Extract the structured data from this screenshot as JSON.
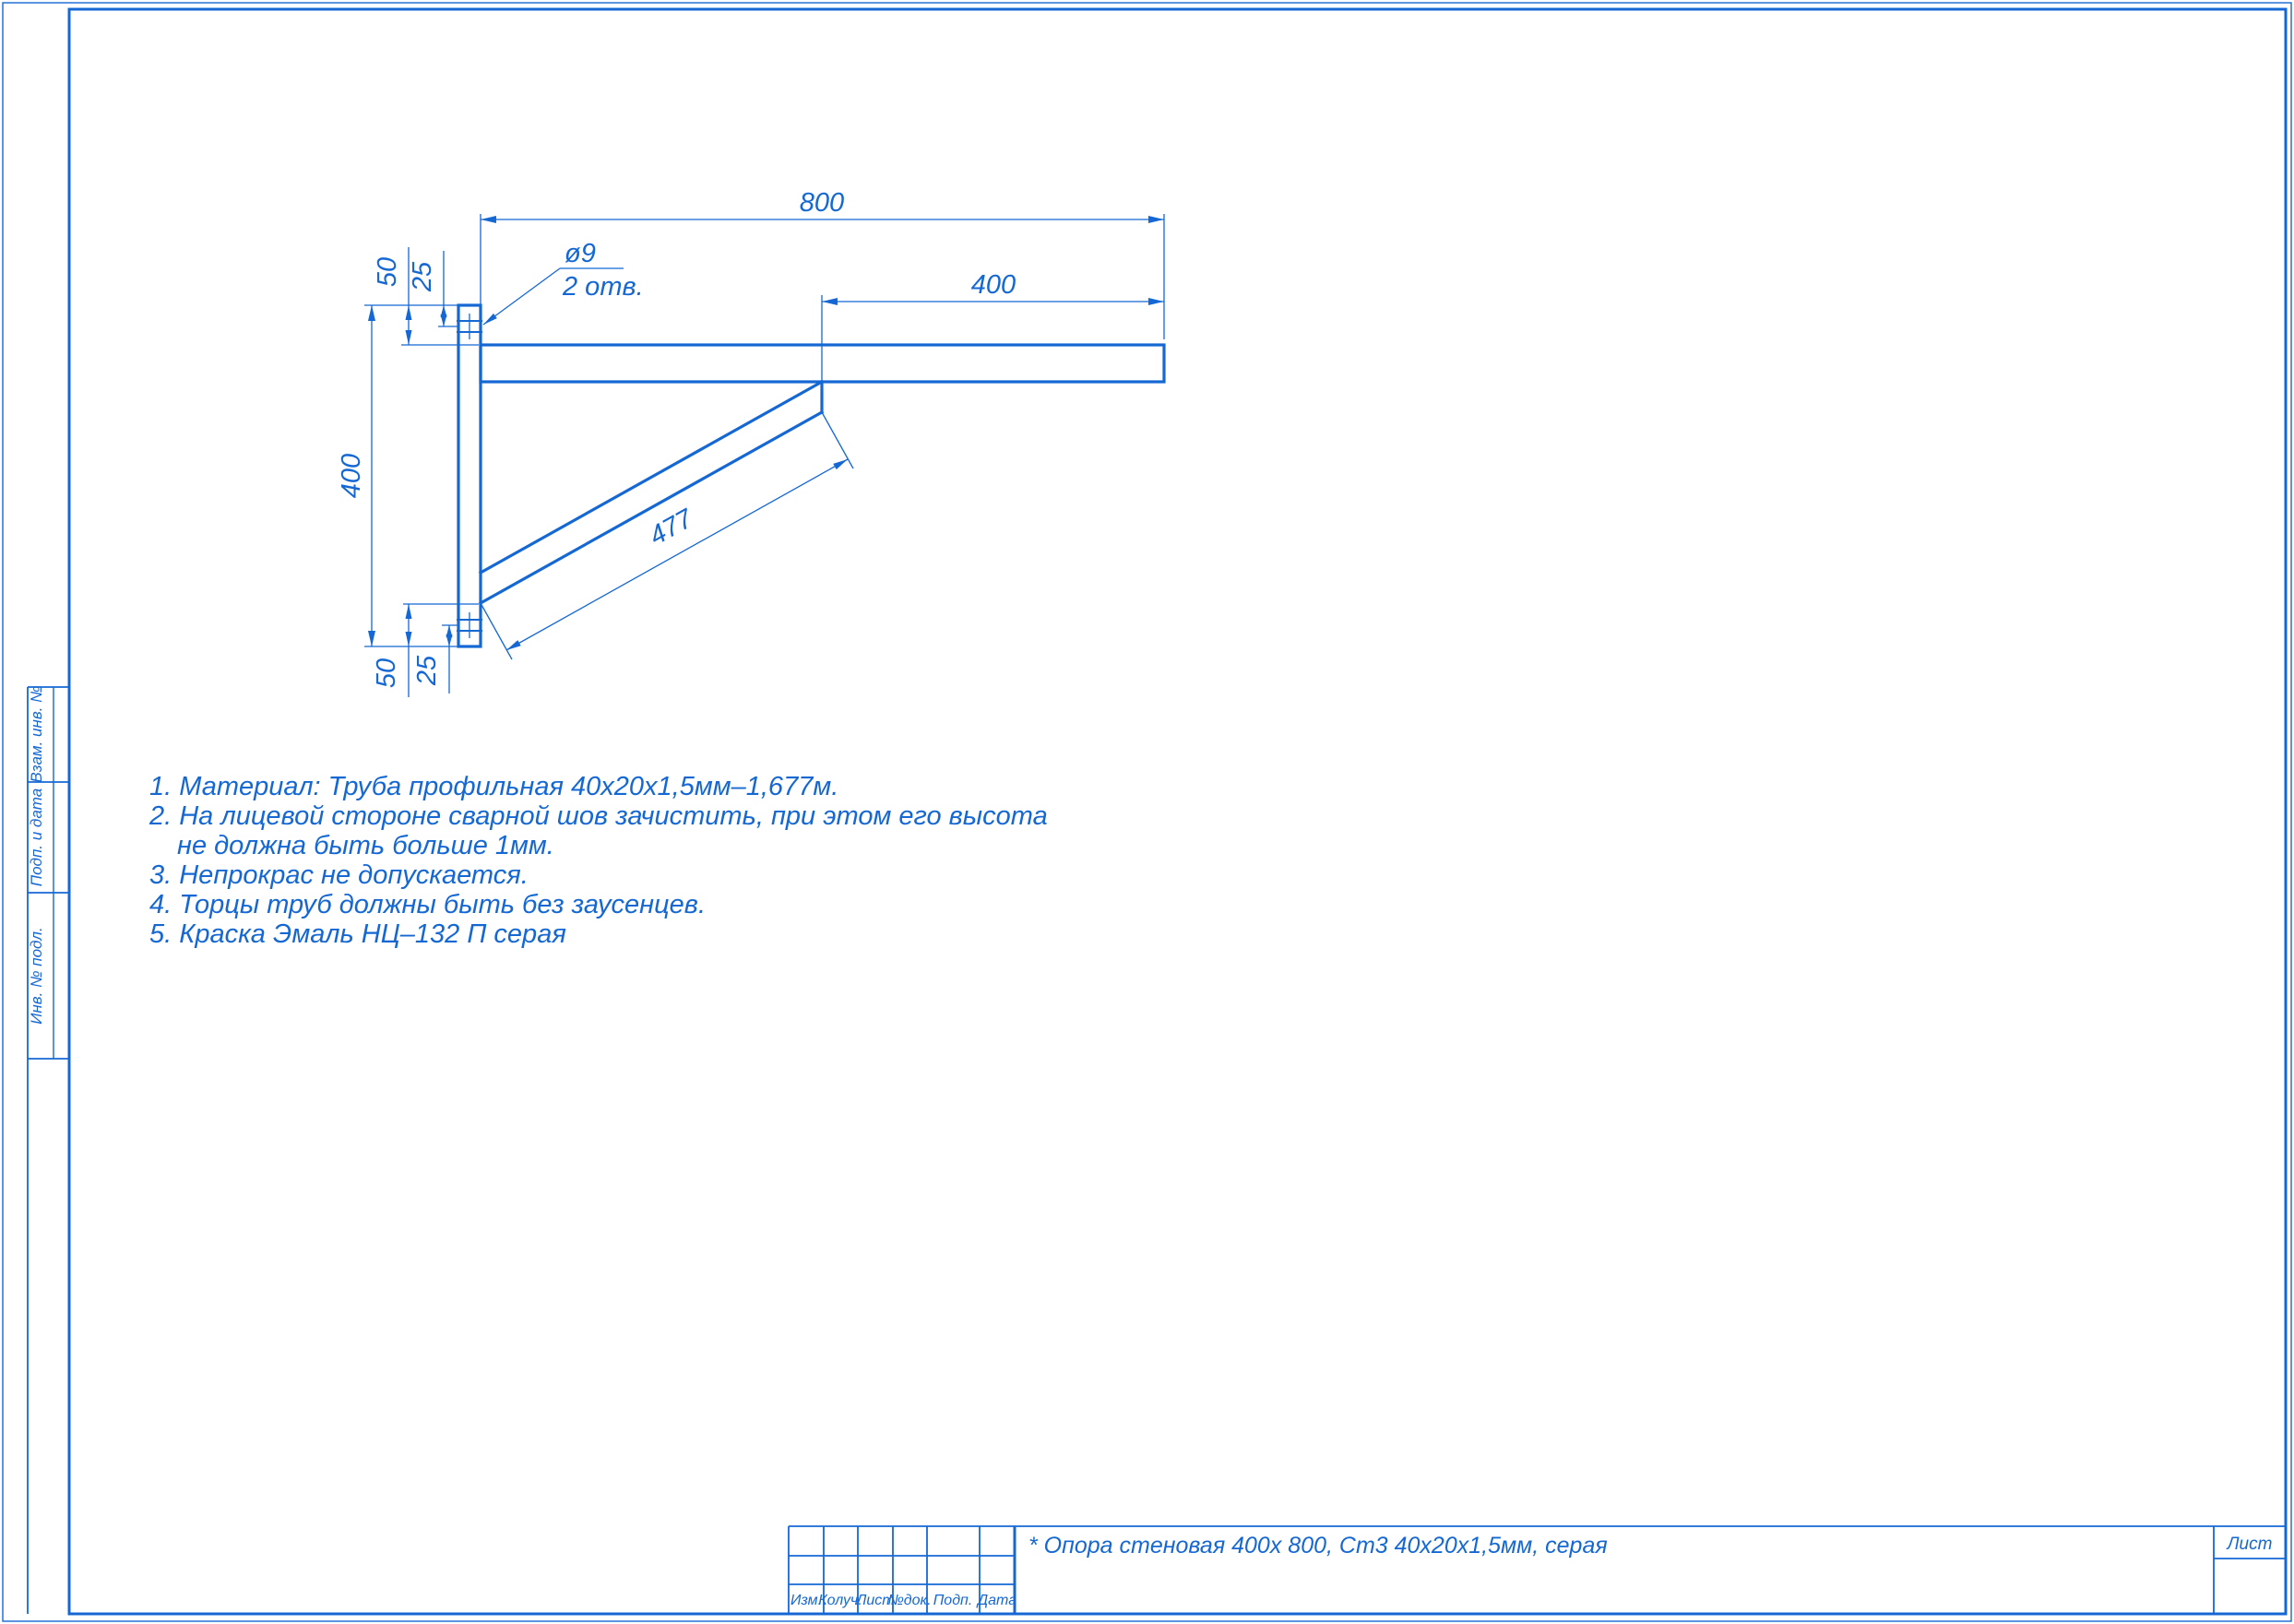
{
  "colors": {
    "accent": "#1568d4"
  },
  "side_strip": {
    "labels": [
      "Взам. инв. №",
      "Подп. и дата",
      "Инв. № подл."
    ]
  },
  "dimensions": {
    "d800": "800",
    "d400_arm": "400",
    "d400_plate": "400",
    "d50_top": "50",
    "d25_top": "25",
    "d50_bottom": "50",
    "d25_bottom": "25",
    "d477": "477",
    "hole_dia": "ø9",
    "hole_count": "2 отв."
  },
  "notes": {
    "lines": [
      "1. Материал: Труба профильная 40х20х1,5мм–1,677м.",
      "2. На лицевой стороне сварной шов зачистить, при этом его высота",
      "не должна быть больше 1мм.",
      "3. Непрокрас не допускается.",
      "4.  Торцы труб должны быть без заусенцев.",
      "5.  Краска Эмаль НЦ–132 П серая"
    ]
  },
  "title_block": {
    "headers": [
      "Изм.",
      "Колуч.",
      "Лист",
      "№док.",
      "Подп.",
      "Дата"
    ],
    "title": "* Опора стеновая  400х 800, Ст3 40х20х1,5мм, серая",
    "sheet_label": "Лист"
  }
}
